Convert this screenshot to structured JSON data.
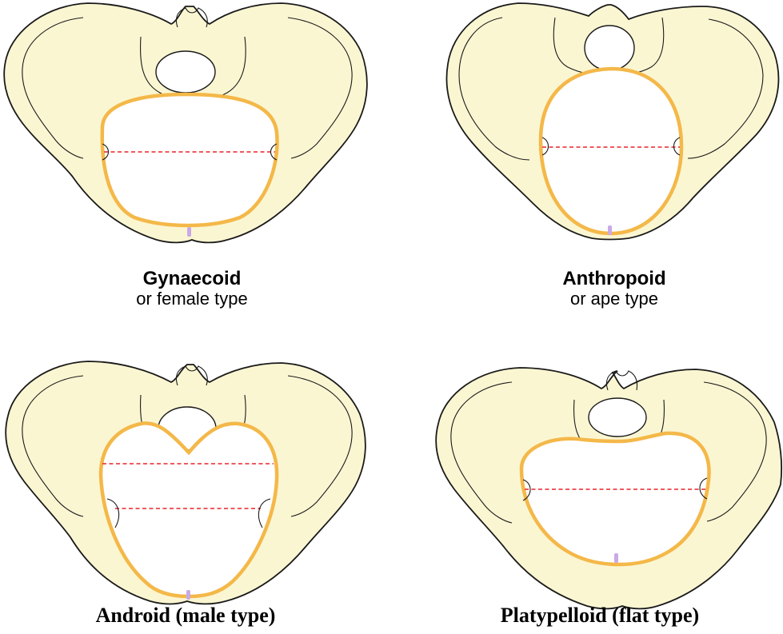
{
  "pelvis_types": [
    {
      "title": "Gynaecoid",
      "subtitle": "or female type"
    },
    {
      "title": "Anthropoid",
      "subtitle": "or ape type"
    },
    {
      "title": "Android (male type)"
    },
    {
      "title": "Platypelloid (flat type)"
    }
  ],
  "colors": {
    "bone_fill": "#fbf6d2",
    "outline": "#1a1a1a",
    "inlet_outline": "#f4b849",
    "diameter_line": "#e8242a",
    "pubic_symphysis": "#c9a9e6"
  }
}
